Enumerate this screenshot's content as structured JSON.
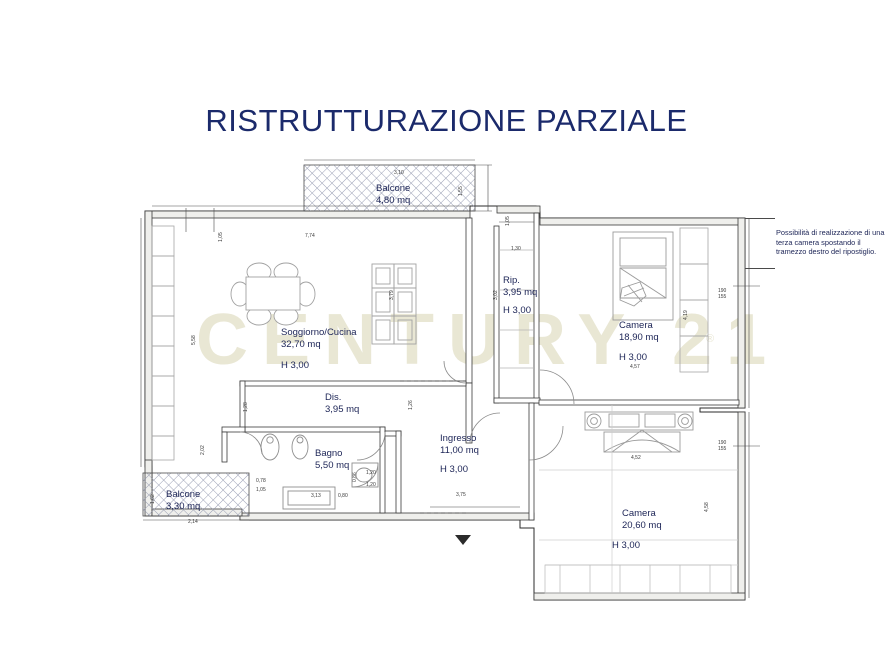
{
  "document": {
    "title": "RISTRUTTURAZIONE PARZIALE",
    "watermark": "CENTURY 21",
    "watermark_mark": "®",
    "note": "Possibilità di realizzazione di una terza camera spostando il tramezzo destro del ripostiglio."
  },
  "rooms": [
    {
      "key": "balcone_top",
      "name": "Balcone",
      "area": "4,80 mq",
      "height": ""
    },
    {
      "key": "soggiorno",
      "name": "Soggiorno/Cucina",
      "area": "32,70 mq",
      "height": "H 3,00"
    },
    {
      "key": "rip",
      "name": "Rip.",
      "area": "3,95 mq",
      "height": "H 3,00"
    },
    {
      "key": "camera_nord",
      "name": "Camera",
      "area": "18,90 mq",
      "height": "H 3,00"
    },
    {
      "key": "dis",
      "name": "Dis.",
      "area": "3,95 mq",
      "height": ""
    },
    {
      "key": "bagno",
      "name": "Bagno",
      "area": "5,50 mq",
      "height": ""
    },
    {
      "key": "ingresso",
      "name": "Ingresso",
      "area": "11,00 mq",
      "height": "H 3,00"
    },
    {
      "key": "camera_sud",
      "name": "Camera",
      "area": "20,60 mq",
      "height": "H 3,00"
    },
    {
      "key": "balcone_left",
      "name": "Balcone",
      "area": "3,30 mq",
      "height": ""
    }
  ],
  "dimensions": {
    "balcone_top_width": "3,10",
    "balcone_top_side": "1,55",
    "soggiorno_top": "7,74",
    "soggiorno_left_top": "1,05",
    "soggiorno_left": "5,58",
    "rip_top": "1,30",
    "rip_left": "3,02",
    "rip_side": "1,05",
    "camera_nord_right": "4,19",
    "camera_nord_bottom": "4,57",
    "camera_nord_bed": "190\n155",
    "camera_sud_right": "4,58",
    "camera_sud_bed": "190\n155",
    "camera_sud_bedwidth": "4,52",
    "ingresso_bottom": "3,75",
    "dis_left": "1,28",
    "dis_right": "1,26",
    "bagno_left": "0,78",
    "bagno_left2": "1,05",
    "bagno_sink": "3,13",
    "bagno_door": "0,80",
    "bagno_shower": "1,20",
    "bagno_shower_h": "0,86",
    "bagno_w": "1,20",
    "balcone_left_w": "2,14",
    "balcone_left_h": "1,62",
    "wall_left_low": "2,02",
    "liv_right": "3,79"
  },
  "colors": {
    "title": "#1b2a6b",
    "label": "#1c2456",
    "watermark": "#e9e7d4",
    "wall": "#2f2f2f",
    "hatch": "#8b8fa8"
  }
}
